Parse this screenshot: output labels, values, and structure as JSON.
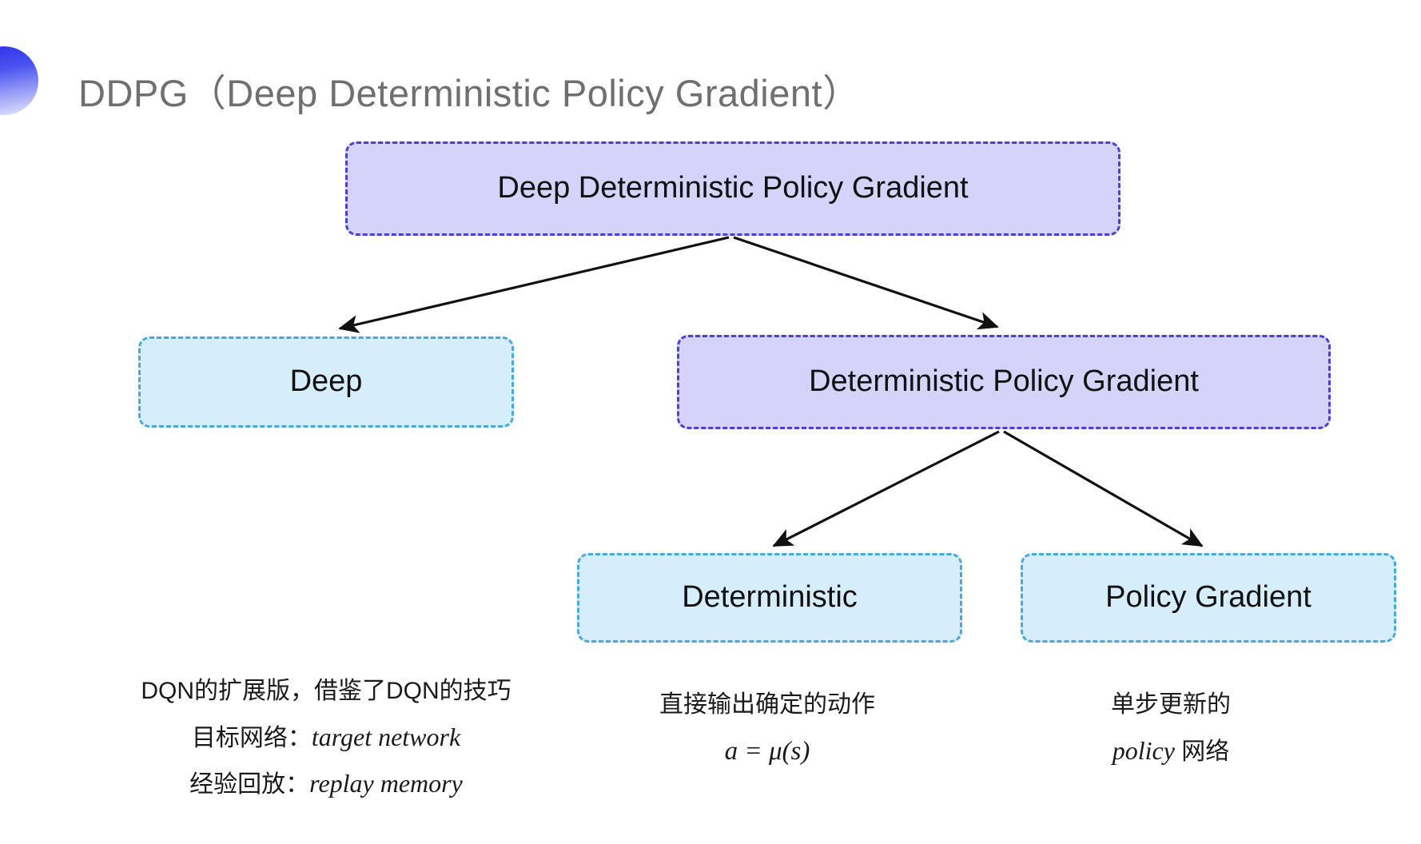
{
  "slide": {
    "title": "DDPG（Deep Deterministic Policy Gradient）",
    "background_color": "#ffffff",
    "decor_icon": "half-circle-gradient-icon",
    "decor_colors": [
      "#2a31e8",
      "#e6e8fd"
    ]
  },
  "colors": {
    "purple_fill": "#d6d3fa",
    "purple_border": "#4b3fd4",
    "blue_fill": "#d6eefb",
    "blue_border": "#4aa8dd",
    "arrow": "#111111",
    "title_text": "#6f6f6f"
  },
  "diagram": {
    "type": "tree",
    "nodes": [
      {
        "id": "root",
        "label": "Deep Deterministic Policy Gradient",
        "style": "purple"
      },
      {
        "id": "deep",
        "label": "Deep",
        "style": "blue"
      },
      {
        "id": "dpg",
        "label": "Deterministic Policy Gradient",
        "style": "purple"
      },
      {
        "id": "deterministic",
        "label": "Deterministic",
        "style": "blue"
      },
      {
        "id": "policy_gradient",
        "label": "Policy Gradient",
        "style": "blue"
      }
    ],
    "edges": [
      {
        "from": "root",
        "to": "deep"
      },
      {
        "from": "root",
        "to": "dpg"
      },
      {
        "from": "dpg",
        "to": "deterministic"
      },
      {
        "from": "dpg",
        "to": "policy_gradient"
      }
    ]
  },
  "annotations": {
    "deep": {
      "line1": "DQN的扩展版，借鉴了DQN的技巧",
      "line2_label": "目标网络：",
      "line2_term": "target network",
      "line3_label": "经验回放：",
      "line3_term": "replay memory"
    },
    "deterministic": {
      "line1": "直接输出确定的动作",
      "formula": "a = μ(s)"
    },
    "policy_gradient": {
      "line1": "单步更新的",
      "line2_term": "policy",
      "line2_suffix": " 网络"
    }
  }
}
